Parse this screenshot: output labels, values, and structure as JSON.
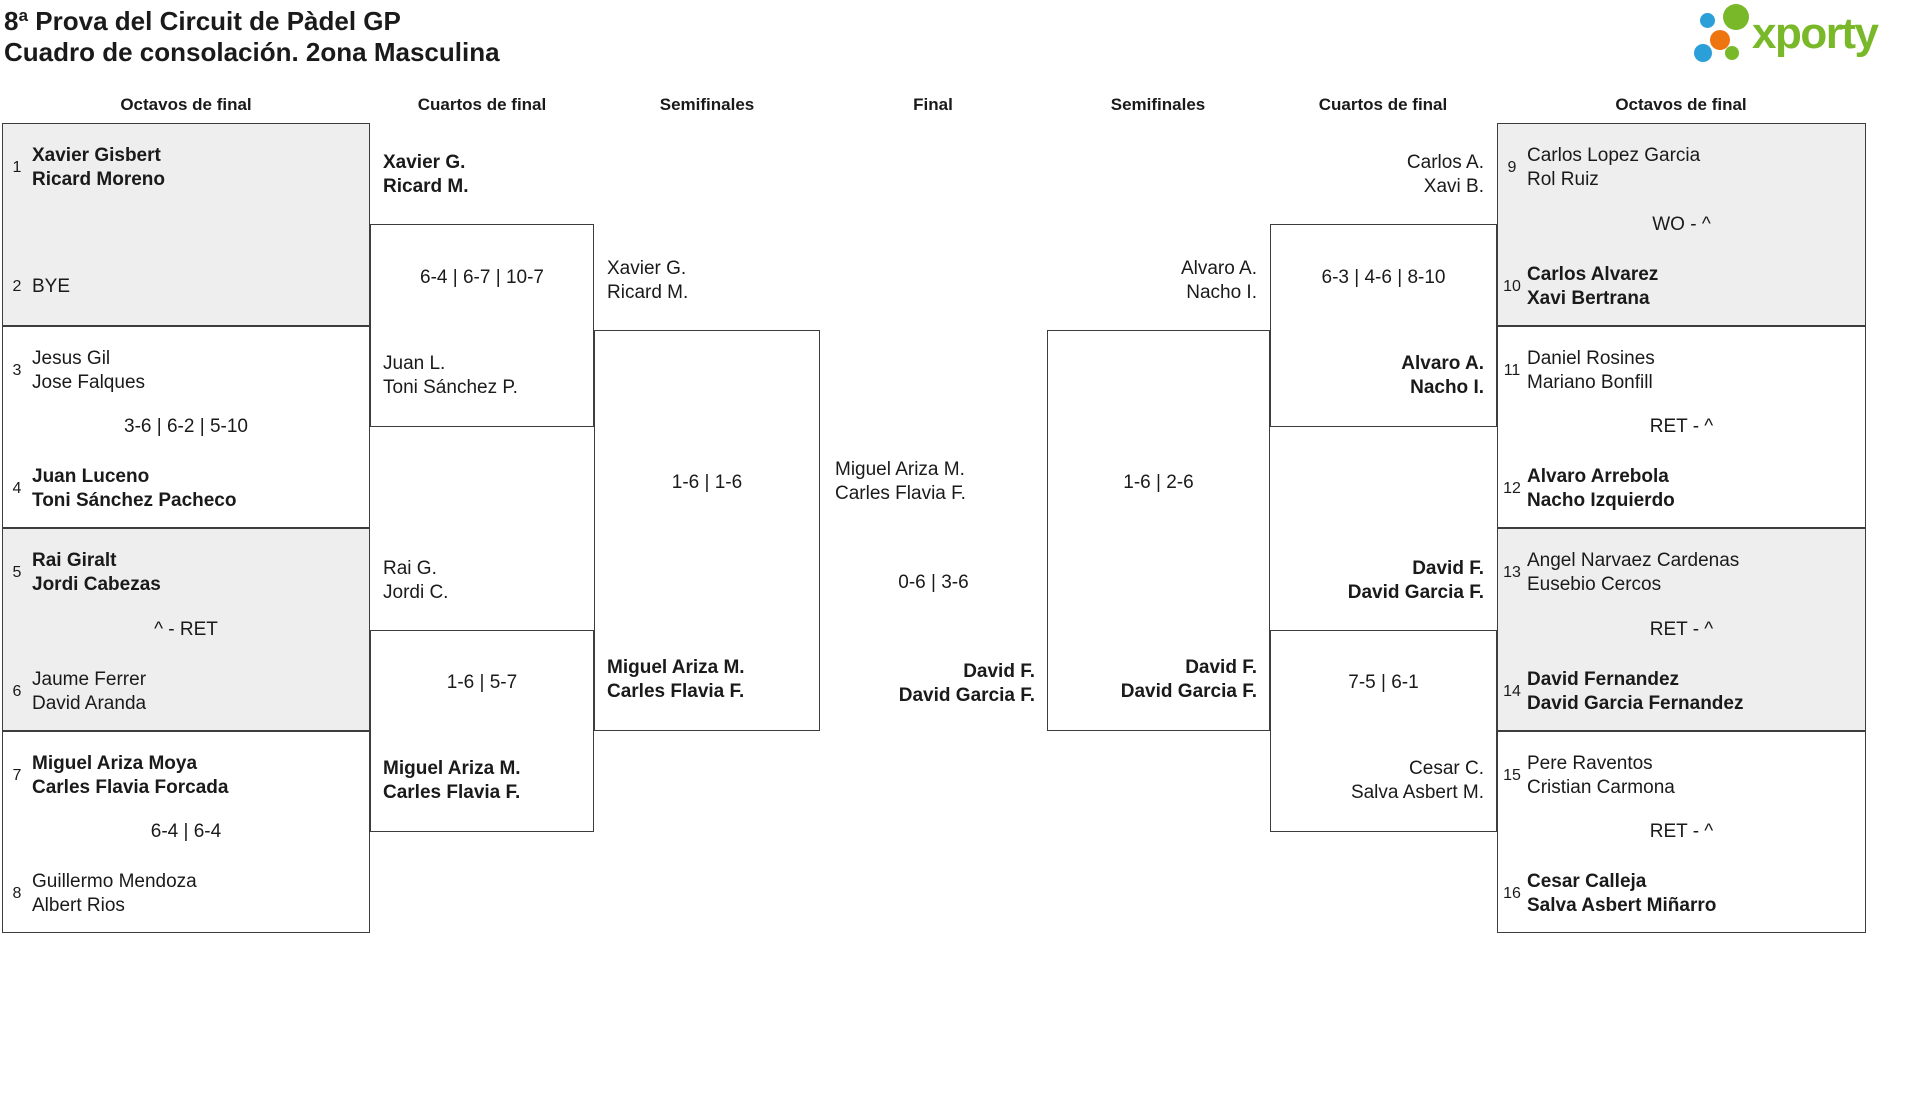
{
  "title": {
    "line1": "8ª Prova del Circuit de Pàdel GP",
    "line2": "Cuadro de consolación. 2ona Masculina"
  },
  "logo": {
    "brand": "xporty"
  },
  "colors": {
    "brand_green": "#79b829",
    "brand_blue": "#2b9fd8",
    "brand_orange": "#ee7410",
    "box_grey": "#eeeeee",
    "box_border": "#3d3d3d",
    "text": "#1a1a1a"
  },
  "round_headers": [
    "Octavos de final",
    "Cuartos de final",
    "Semifinales",
    "Final",
    "Semifinales",
    "Cuartos de final",
    "Octavos de final"
  ],
  "bracket": {
    "octavos_left": [
      {
        "seed_top": "1",
        "team_top": [
          "Xavier Gisbert",
          "Ricard Moreno"
        ],
        "score": "",
        "seed_bottom": "2",
        "team_bottom": [
          "BYE"
        ],
        "winner": "top"
      },
      {
        "seed_top": "3",
        "team_top": [
          "Jesus Gil",
          "Jose Falques"
        ],
        "score": "3-6 | 6-2 | 5-10",
        "seed_bottom": "4",
        "team_bottom": [
          "Juan Luceno",
          "Toni Sánchez Pacheco"
        ],
        "winner": "bottom"
      },
      {
        "seed_top": "5",
        "team_top": [
          "Rai Giralt",
          "Jordi Cabezas"
        ],
        "score": "^ - RET",
        "seed_bottom": "6",
        "team_bottom": [
          "Jaume Ferrer",
          "David Aranda"
        ],
        "winner": "top"
      },
      {
        "seed_top": "7",
        "team_top": [
          "Miguel Ariza Moya",
          "Carles Flavia Forcada"
        ],
        "score": "6-4 | 6-4",
        "seed_bottom": "8",
        "team_bottom": [
          "Guillermo Mendoza",
          "Albert Rios"
        ],
        "winner": "top"
      }
    ],
    "cuartos_left": [
      {
        "team_top": [
          "Xavier G.",
          "Ricard M."
        ],
        "score": "6-4 | 6-7 | 10-7",
        "team_bottom": [
          "Juan L.",
          "Toni Sánchez P."
        ],
        "winner": "top"
      },
      {
        "team_top": [
          "Rai G.",
          "Jordi C."
        ],
        "score": "1-6 | 5-7",
        "team_bottom": [
          "Miguel Ariza M.",
          "Carles Flavia F."
        ],
        "winner": "bottom"
      }
    ],
    "semifinal_left": {
      "team_top": [
        "Xavier G.",
        "Ricard M."
      ],
      "score": "1-6 | 1-6",
      "team_bottom": [
        "Miguel Ariza M.",
        "Carles Flavia F."
      ],
      "winner": "bottom"
    },
    "final": {
      "team_left": [
        "Miguel Ariza M.",
        "Carles Flavia F."
      ],
      "score": "0-6 | 3-6",
      "team_right": [
        "David F.",
        "David Garcia F."
      ],
      "winner": "right"
    },
    "semifinal_right": {
      "team_top": [
        "Alvaro A.",
        "Nacho I."
      ],
      "score": "1-6 | 2-6",
      "team_bottom": [
        "David F.",
        "David Garcia F."
      ],
      "winner": "bottom"
    },
    "cuartos_right": [
      {
        "team_top": [
          "Carlos A.",
          "Xavi B."
        ],
        "score": "6-3 | 4-6 | 8-10",
        "team_bottom": [
          "Alvaro A.",
          "Nacho I."
        ],
        "winner": "bottom"
      },
      {
        "team_top": [
          "David F.",
          "David Garcia F."
        ],
        "score": "7-5 | 6-1",
        "team_bottom": [
          "Cesar C.",
          "Salva Asbert M."
        ],
        "winner": "top"
      }
    ],
    "octavos_right": [
      {
        "seed_top": "9",
        "team_top": [
          "Carlos Lopez Garcia",
          "Rol Ruiz"
        ],
        "score": "WO - ^",
        "seed_bottom": "10",
        "team_bottom": [
          "Carlos Alvarez",
          "Xavi Bertrana"
        ],
        "winner": "bottom"
      },
      {
        "seed_top": "11",
        "team_top": [
          "Daniel Rosines",
          "Mariano Bonfill"
        ],
        "score": "RET - ^",
        "seed_bottom": "12",
        "team_bottom": [
          "Alvaro Arrebola",
          "Nacho Izquierdo"
        ],
        "winner": "bottom"
      },
      {
        "seed_top": "13",
        "team_top": [
          "Angel Narvaez Cardenas",
          "Eusebio Cercos"
        ],
        "score": "RET - ^",
        "seed_bottom": "14",
        "team_bottom": [
          "David Fernandez",
          "David Garcia Fernandez"
        ],
        "winner": "bottom"
      },
      {
        "seed_top": "15",
        "team_top": [
          "Pere Raventos",
          "Cristian Carmona"
        ],
        "score": "RET - ^",
        "seed_bottom": "16",
        "team_bottom": [
          "Cesar Calleja",
          "Salva Asbert Miñarro"
        ],
        "winner": "bottom"
      }
    ]
  }
}
